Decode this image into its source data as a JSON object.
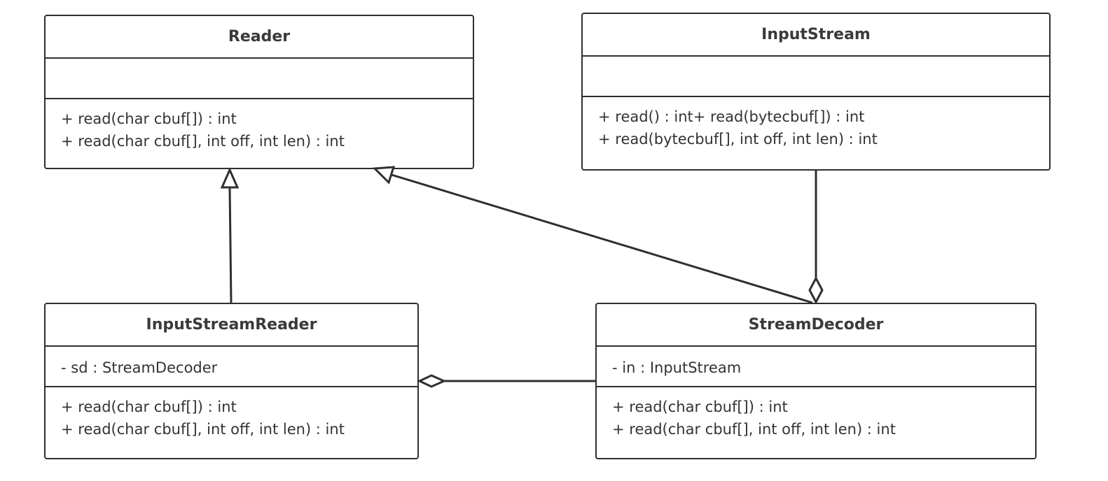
{
  "classes": {
    "reader": {
      "name": "Reader",
      "attributes": [],
      "operations": [
        "+ read(char cbuf[]) : int",
        "+ read(char cbuf[], int off, int len) : int"
      ]
    },
    "inputstream": {
      "name": "InputStream",
      "attributes": [],
      "operations": [
        "+ read() : int+ read(bytecbuf[]) : int",
        "+ read(bytecbuf[], int off, int len) : int"
      ]
    },
    "inputstreamreader": {
      "name": "InputStreamReader",
      "attributes": [
        "- sd : StreamDecoder"
      ],
      "operations": [
        "+ read(char cbuf[]) : int",
        "+ read(char cbuf[], int off, int len) : int"
      ]
    },
    "streamdecoder": {
      "name": "StreamDecoder",
      "attributes": [
        "- in : InputStream"
      ],
      "operations": [
        "+ read(char cbuf[]) : int",
        "+ read(char cbuf[], int off, int len) : int"
      ]
    }
  },
  "relations": [
    {
      "from": "InputStreamReader",
      "to": "Reader",
      "type": "generalization"
    },
    {
      "from": "StreamDecoder",
      "to": "Reader",
      "type": "generalization"
    },
    {
      "from": "InputStream",
      "to": "StreamDecoder",
      "type": "aggregation"
    },
    {
      "from": "StreamDecoder",
      "to": "InputStreamReader",
      "type": "aggregation"
    }
  ],
  "colors": {
    "line": "#2f2f2f",
    "text": "#333333",
    "background": "#ffffff"
  }
}
